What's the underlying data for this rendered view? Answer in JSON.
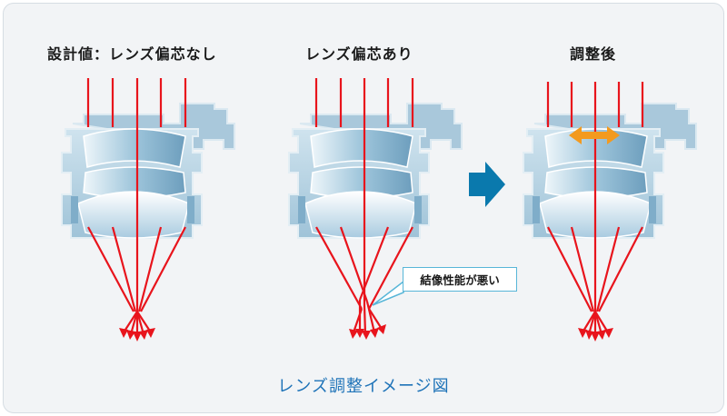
{
  "panels": [
    {
      "title": "設計値：レンズ偏芯なし",
      "state": "no-decenter"
    },
    {
      "title": "レンズ偏芯あり",
      "state": "decentered"
    },
    {
      "title": "調整後",
      "state": "adjusted"
    }
  ],
  "callout": "結像性能が悪い",
  "caption": "レンズ調整イメージ図",
  "colors": {
    "ray": "#e8141c",
    "lens_body": "#b8d3e2",
    "lens_dark": "#6fa0bf",
    "arrow": "#0a79ad",
    "adjust_arrow": "#f39a1e",
    "caption": "#1e73b8"
  }
}
